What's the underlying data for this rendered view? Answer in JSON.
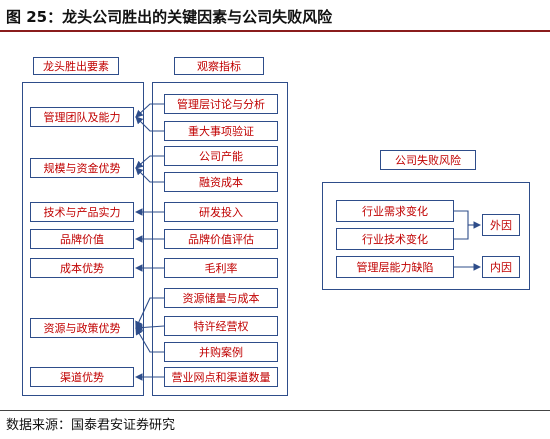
{
  "title": "图 25：龙头公司胜出的关键因素与公司失败风险",
  "source": "数据来源：国泰君安证券研究",
  "left_header": "龙头胜出要素",
  "mid_header": "观察指标",
  "factors": [
    "管理团队及能力",
    "规模与资金优势",
    "技术与产品实力",
    "品牌价值",
    "成本优势",
    "资源与政策优势",
    "渠道优势"
  ],
  "indicators": [
    "管理层讨论与分析",
    "重大事项验证",
    "公司产能",
    "融资成本",
    "研发投入",
    "品牌价值评估",
    "毛利率",
    "资源储量与成本",
    "特许经营权",
    "并购案例",
    "营业网点和渠道数量"
  ],
  "risk_header": "公司失败风险",
  "risks": [
    "行业需求变化",
    "行业技术变化",
    "管理层能力缺陷"
  ],
  "external_label": "外因",
  "internal_label": "内因",
  "colors": {
    "text_red": "#c00000",
    "border_blue": "#2e4d8a",
    "title_rule": "#8a1c1c"
  }
}
